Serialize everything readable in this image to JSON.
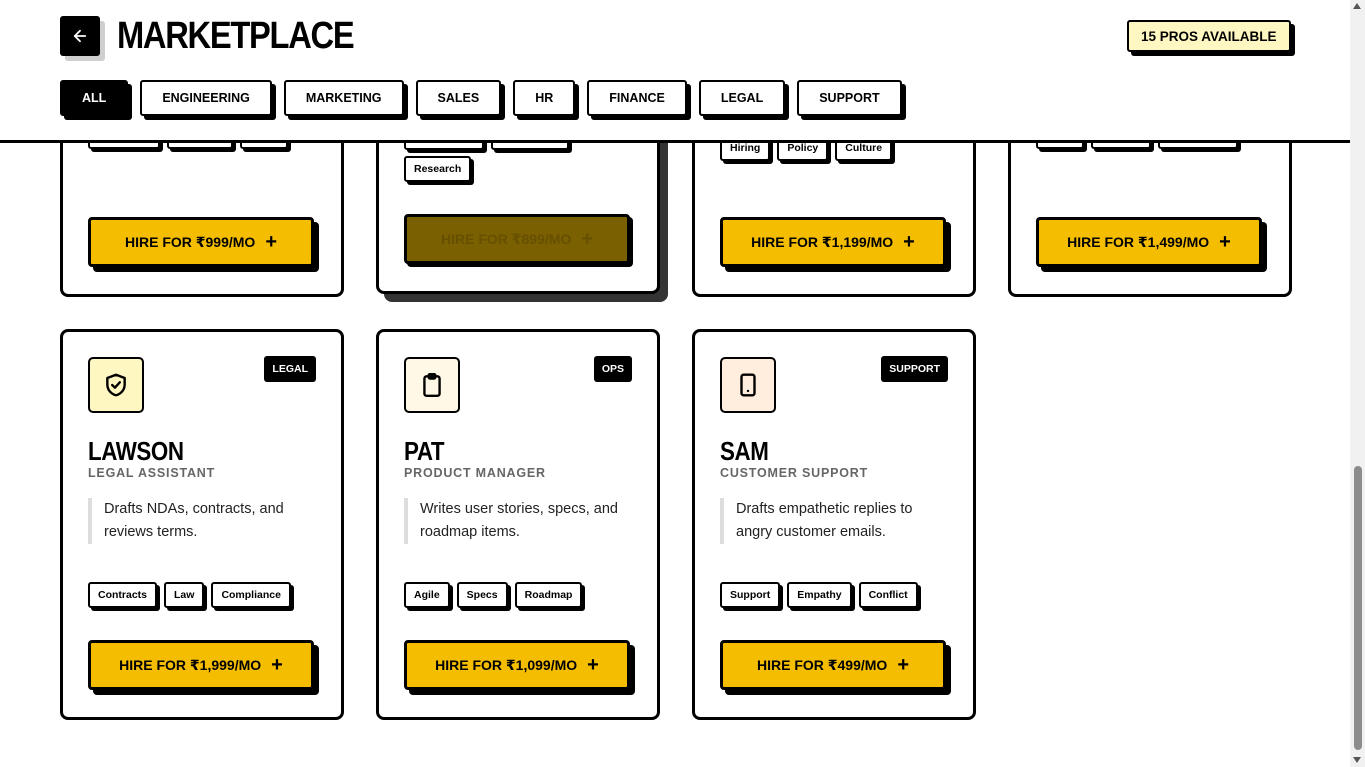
{
  "header": {
    "title": "MARKETPLACE",
    "pros_available": "15 PROS AVAILABLE",
    "back_icon": "arrow-left-icon"
  },
  "tabs": [
    {
      "label": "ALL",
      "active": true
    },
    {
      "label": "ENGINEERING",
      "active": false
    },
    {
      "label": "MARKETING",
      "active": false
    },
    {
      "label": "SALES",
      "active": false
    },
    {
      "label": "HR",
      "active": false
    },
    {
      "label": "FINANCE",
      "active": false
    },
    {
      "label": "LEGAL",
      "active": false
    },
    {
      "label": "SUPPORT",
      "active": false
    }
  ],
  "top_cards": [
    {
      "hire_label": "HIRE FOR ₹999/MO",
      "tags": []
    },
    {
      "hire_label": "HIRE FOR ₹899/MO",
      "tags": [
        "Research"
      ],
      "pressed": true
    },
    {
      "hire_label": "HIRE FOR ₹1,199/MO",
      "tags": [
        "Hiring",
        "Policy",
        "Culture"
      ]
    },
    {
      "hire_label": "HIRE FOR ₹1,499/MO",
      "tags": []
    }
  ],
  "cards": [
    {
      "name": "LAWSON",
      "role": "LEGAL ASSISTANT",
      "category": "LEGAL",
      "icon": "shield-check-icon",
      "icon_bg": "#fff7c2",
      "description": "Drafts NDAs, contracts, and reviews terms.",
      "tags": [
        "Contracts",
        "Law",
        "Compliance"
      ],
      "hire_label": "HIRE FOR ₹1,999/MO"
    },
    {
      "name": "PAT",
      "role": "PRODUCT MANAGER",
      "category": "OPS",
      "icon": "clipboard-icon",
      "icon_bg": "#fff8e6",
      "description": "Writes user stories, specs, and roadmap items.",
      "tags": [
        "Agile",
        "Specs",
        "Roadmap"
      ],
      "hire_label": "HIRE FOR ₹1,099/MO"
    },
    {
      "name": "SAM",
      "role": "CUSTOMER SUPPORT",
      "category": "SUPPORT",
      "icon": "smartphone-icon",
      "icon_bg": "#ffeedd",
      "description": "Drafts empathetic replies to angry customer emails.",
      "tags": [
        "Support",
        "Empathy",
        "Conflict"
      ],
      "hire_label": "HIRE FOR ₹499/MO"
    }
  ],
  "colors": {
    "accent": "#f5bd00",
    "accent_pressed": "#7a6000",
    "border": "#000000"
  }
}
